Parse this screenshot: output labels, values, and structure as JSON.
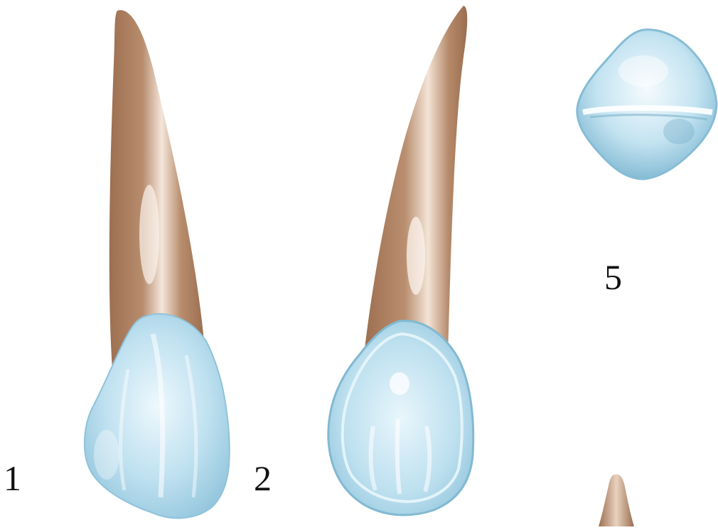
{
  "figure": {
    "labels": {
      "one": "1",
      "two": "2",
      "five": "5"
    },
    "views": [
      {
        "icon": "tooth-labial-view-icon"
      },
      {
        "icon": "tooth-lingual-view-icon"
      },
      {
        "icon": "tooth-incisal-view-icon"
      },
      {
        "icon": "tooth-root-tip-icon"
      }
    ],
    "colors": {
      "root": "#a7795a",
      "root_highlight": "#f4e6da",
      "crown": "#a9d6ea",
      "crown_highlight": "#f3fbff",
      "crown_shadow": "#7fb4cd",
      "text": "#111111",
      "background": "#ffffff"
    }
  }
}
